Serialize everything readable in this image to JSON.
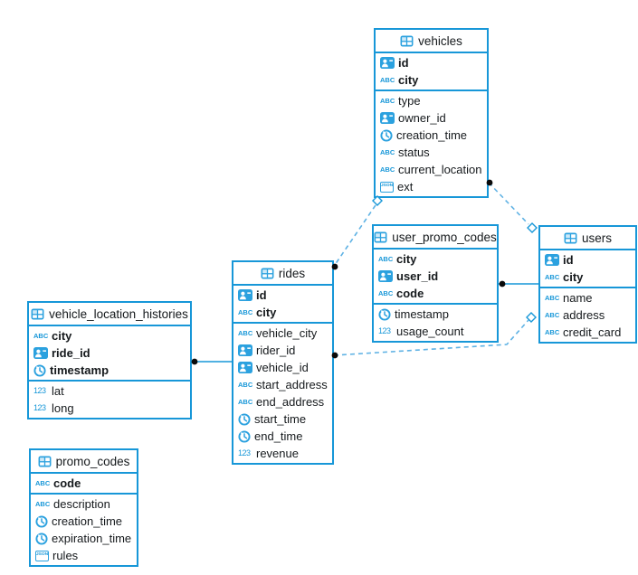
{
  "icons": {
    "string": "ABC",
    "number": "123",
    "json": "JSON"
  },
  "colors": {
    "accent": "#1797d8",
    "dashed_line": "#5fb2e4",
    "endpoint_dot": "#0a0a0a"
  },
  "tables": [
    {
      "name": "vehicles",
      "fields": [
        {
          "label": "id",
          "type": "uuid",
          "key": true
        },
        {
          "label": "city",
          "type": "string",
          "key": true
        },
        {
          "label": "type",
          "type": "string"
        },
        {
          "label": "owner_id",
          "type": "uuid"
        },
        {
          "label": "creation_time",
          "type": "timestamp"
        },
        {
          "label": "status",
          "type": "string"
        },
        {
          "label": "current_location",
          "type": "string"
        },
        {
          "label": "ext",
          "type": "json"
        }
      ]
    },
    {
      "name": "user_promo_codes",
      "fields": [
        {
          "label": "city",
          "type": "string",
          "key": true
        },
        {
          "label": "user_id",
          "type": "uuid",
          "key": true
        },
        {
          "label": "code",
          "type": "string",
          "key": true
        },
        {
          "label": "timestamp",
          "type": "timestamp"
        },
        {
          "label": "usage_count",
          "type": "number"
        }
      ]
    },
    {
      "name": "users",
      "fields": [
        {
          "label": "id",
          "type": "uuid",
          "key": true
        },
        {
          "label": "city",
          "type": "string",
          "key": true
        },
        {
          "label": "name",
          "type": "string"
        },
        {
          "label": "address",
          "type": "string"
        },
        {
          "label": "credit_card",
          "type": "string"
        }
      ]
    },
    {
      "name": "rides",
      "fields": [
        {
          "label": "id",
          "type": "uuid",
          "key": true
        },
        {
          "label": "city",
          "type": "string",
          "key": true
        },
        {
          "label": "vehicle_city",
          "type": "string"
        },
        {
          "label": "rider_id",
          "type": "uuid"
        },
        {
          "label": "vehicle_id",
          "type": "uuid"
        },
        {
          "label": "start_address",
          "type": "string"
        },
        {
          "label": "end_address",
          "type": "string"
        },
        {
          "label": "start_time",
          "type": "timestamp"
        },
        {
          "label": "end_time",
          "type": "timestamp"
        },
        {
          "label": "revenue",
          "type": "number"
        }
      ]
    },
    {
      "name": "vehicle_location_histories",
      "fields": [
        {
          "label": "city",
          "type": "string",
          "key": true
        },
        {
          "label": "ride_id",
          "type": "uuid",
          "key": true
        },
        {
          "label": "timestamp",
          "type": "timestamp",
          "key": true
        },
        {
          "label": "lat",
          "type": "number"
        },
        {
          "label": "long",
          "type": "number"
        }
      ]
    },
    {
      "name": "promo_codes",
      "fields": [
        {
          "label": "code",
          "type": "string",
          "key": true
        },
        {
          "label": "description",
          "type": "string"
        },
        {
          "label": "creation_time",
          "type": "timestamp"
        },
        {
          "label": "expiration_time",
          "type": "timestamp"
        },
        {
          "label": "rules",
          "type": "json"
        }
      ]
    }
  ],
  "relations": [
    {
      "from": "vehicle_location_histories",
      "to": "rides",
      "style": "solid",
      "from_marker": "dot",
      "to_marker": "none"
    },
    {
      "from": "user_promo_codes",
      "to": "users",
      "style": "solid",
      "from_marker": "dot",
      "to_marker": "none"
    },
    {
      "from": "vehicles",
      "to": "users",
      "style": "dashed",
      "from_marker": "dot",
      "to_marker": "diamond"
    },
    {
      "from": "rides",
      "to": "vehicles",
      "style": "dashed",
      "from_marker": "dot",
      "to_marker": "diamond"
    },
    {
      "from": "rides",
      "to": "users",
      "style": "dashed",
      "from_marker": "dot",
      "to_marker": "diamond"
    }
  ]
}
